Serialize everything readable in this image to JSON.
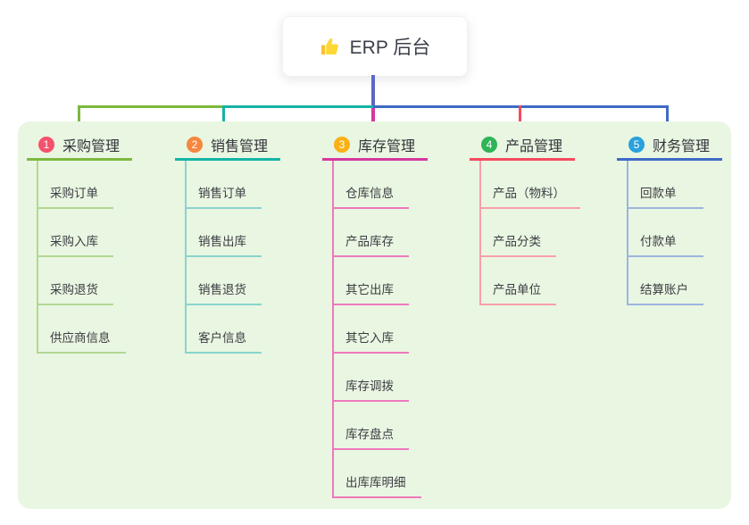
{
  "root": {
    "icon": "thumbs-up-icon",
    "title": "ERP 后台"
  },
  "branches": [
    {
      "num": "1",
      "title": "采购管理",
      "colors": {
        "badge": "#f4516c",
        "main": "#7cb93f",
        "light": "#b2d893"
      },
      "children": [
        "采购订单",
        "采购入库",
        "采购退货",
        "供应商信息"
      ]
    },
    {
      "num": "2",
      "title": "销售管理",
      "colors": {
        "badge": "#f6873e",
        "main": "#16b3a6",
        "light": "#89d4cc"
      },
      "children": [
        "销售订单",
        "销售出库",
        "销售退货",
        "客户信息"
      ]
    },
    {
      "num": "3",
      "title": "库存管理",
      "colors": {
        "badge": "#f9b115",
        "main": "#d5389f",
        "light": "#ee79bd"
      },
      "children": [
        "仓库信息",
        "产品库存",
        "其它出库",
        "其它入库",
        "库存调拨",
        "库存盘点",
        "出库库明细"
      ]
    },
    {
      "num": "4",
      "title": "产品管理",
      "colors": {
        "badge": "#2eb457",
        "main": "#f64a5f",
        "light": "#f8a0a9"
      },
      "children": [
        "产品（物料）",
        "产品分类",
        "产品单位"
      ]
    },
    {
      "num": "5",
      "title": "财务管理",
      "colors": {
        "badge": "#2aa1dc",
        "main": "#3f6bc5",
        "light": "#9cb5de"
      },
      "children": [
        "回款单",
        "付款单",
        "结算账户"
      ]
    }
  ],
  "canvas": {
    "background": "#ffffff",
    "panel_background": "#e9f6e2",
    "root_connector_color": "#5b68c6",
    "thumb_color": "#fdd835",
    "thumb_cuff_color": "#fbc02d"
  }
}
